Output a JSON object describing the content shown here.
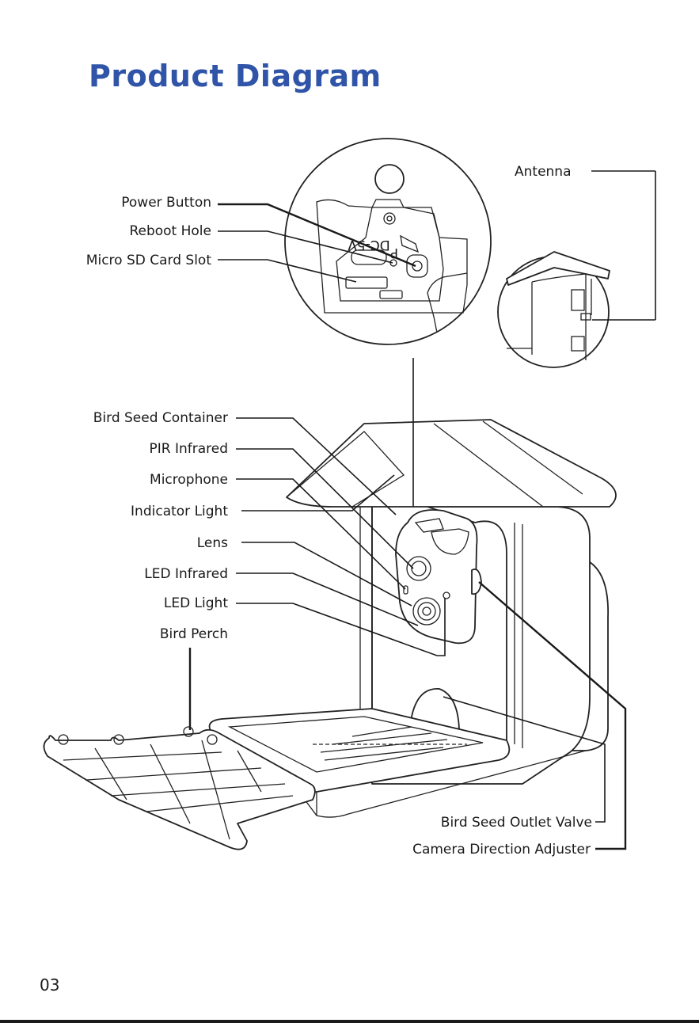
{
  "title": "Product Diagram",
  "page_number": "03",
  "callouts": {
    "antenna": "Antenna",
    "power_button": "Power Button",
    "reboot_hole": "Reboot Hole",
    "micro_sd_card_slot": "Micro SD Card Slot",
    "bird_seed_container": "Bird Seed Container",
    "pir_infrared": "PIR Infrared",
    "microphone": "Microphone",
    "indicator_light": "Indicator Light",
    "lens": "Lens",
    "led_infrared": "LED Infrared",
    "led_light": "LED Light",
    "bird_perch": "Bird Perch",
    "bird_seed_outlet_valve": "Bird Seed Outlet Valve",
    "camera_direction_adjuster": "Camera Direction Adjuster"
  },
  "device_markings": {
    "dc_port": "DC-5V",
    "reset_mark": "P"
  },
  "colors": {
    "title": "#2f54a8",
    "line": "#1a1a1a"
  }
}
